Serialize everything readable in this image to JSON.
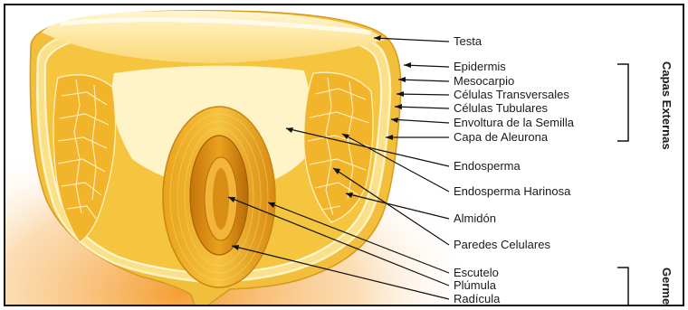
{
  "labels": {
    "testa": "Testa",
    "epidermis": "Epidermis",
    "mesocarpio": "Mesocarpio",
    "celulas_transversales": "Células Transversales",
    "celulas_tubulares": "Células Tubulares",
    "envoltura": "Envoltura de la Semilla",
    "aleurona": "Capa de Aleurona",
    "endosperma": "Endosperma",
    "endosperma_harinosa": "Endosperma Harinosa",
    "almidon": "Almidón",
    "paredes": "Paredes Celulares",
    "escutelo": "Escutelo",
    "plumula": "Plúmula",
    "radicula": "Radícula"
  },
  "groups": {
    "capas_externas": "Capas Externas",
    "germen": "Germen"
  },
  "colors": {
    "outer_shell": "#f3c64a",
    "layer_light": "#fde9a8",
    "starch": "#f0b52a",
    "germ_outer": "#e9a21a",
    "germ_inner": "#c77a0a",
    "background_glow": "#f7b04a"
  }
}
